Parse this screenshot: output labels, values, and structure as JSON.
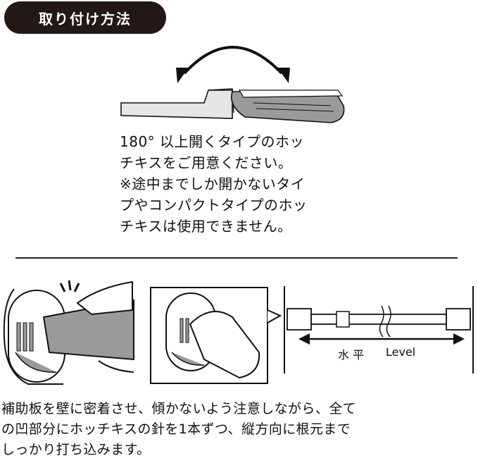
{
  "header": {
    "title": "取り付け方法"
  },
  "stapler_note": {
    "lines": [
      "180° 以上開くタイプのホッ",
      "チキスをご用意ください。",
      "※途中までしか開かないタイ",
      "プやコンパクトタイプのホッ",
      "チキスは使用できません。"
    ]
  },
  "level": {
    "kanji": "水 平",
    "english": "Level"
  },
  "caption": {
    "lines": [
      "補助板を壁に密着させ、傾かないよう注意しながら、全て",
      "の凹部分にホッチキスの針を1本ずつ、縦方向に根元まで",
      "しっかり打ち込みます。"
    ]
  },
  "colors": {
    "badge": "#231815",
    "gray_fill": "#9a9a9a",
    "line": "#111111"
  },
  "icons": [
    "rotate-arrow-icon",
    "stapler-illustration",
    "hand-stapling-illustration",
    "zoom-detail-illustration",
    "tension-rod-illustration",
    "double-arrow-icon"
  ]
}
